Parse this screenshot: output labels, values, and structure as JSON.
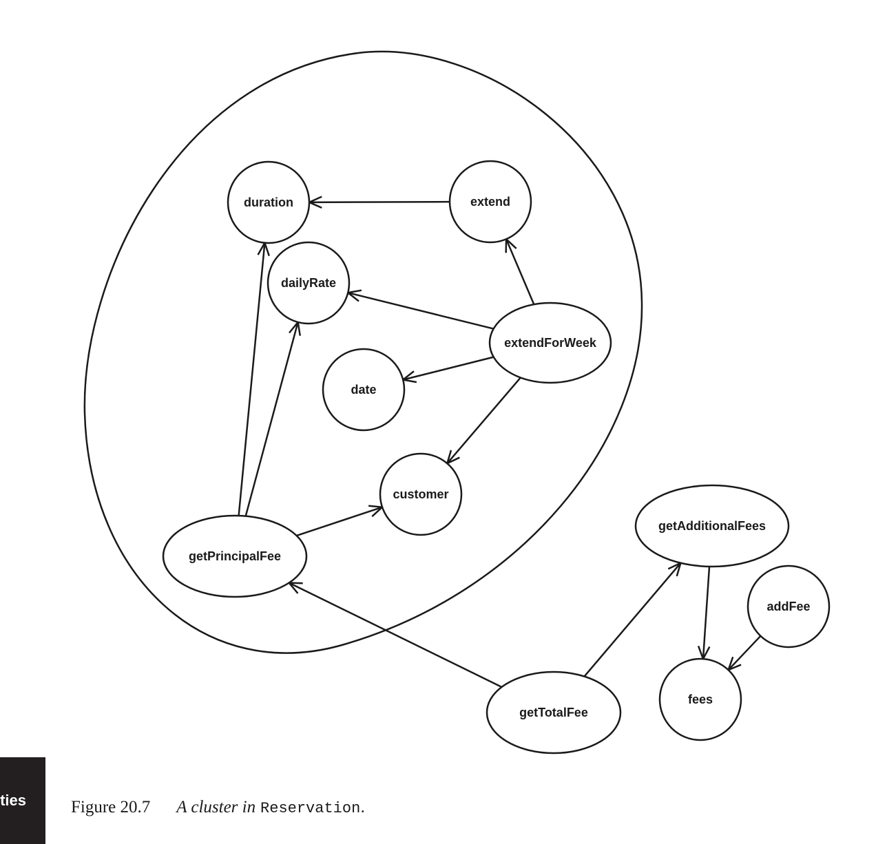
{
  "nodes": [
    {
      "id": "duration",
      "label": "duration"
    },
    {
      "id": "extend",
      "label": "extend"
    },
    {
      "id": "dailyRate",
      "label": "dailyRate"
    },
    {
      "id": "extendForWeek",
      "label": "extendForWeek"
    },
    {
      "id": "date",
      "label": "date"
    },
    {
      "id": "customer",
      "label": "customer"
    },
    {
      "id": "getPrincipalFee",
      "label": "getPrincipalFee"
    },
    {
      "id": "getAdditionalFees",
      "label": "getAdditionalFees"
    },
    {
      "id": "addFee",
      "label": "addFee"
    },
    {
      "id": "fees",
      "label": "fees"
    },
    {
      "id": "getTotalFee",
      "label": "getTotalFee"
    }
  ],
  "edges": [
    {
      "from": "extend",
      "to": "duration"
    },
    {
      "from": "extendForWeek",
      "to": "extend"
    },
    {
      "from": "extendForWeek",
      "to": "dailyRate"
    },
    {
      "from": "extendForWeek",
      "to": "date"
    },
    {
      "from": "extendForWeek",
      "to": "customer"
    },
    {
      "from": "getPrincipalFee",
      "to": "duration"
    },
    {
      "from": "getPrincipalFee",
      "to": "dailyRate"
    },
    {
      "from": "getPrincipalFee",
      "to": "customer"
    },
    {
      "from": "getTotalFee",
      "to": "getPrincipalFee"
    },
    {
      "from": "getTotalFee",
      "to": "getAdditionalFees"
    },
    {
      "from": "getAdditionalFees",
      "to": "fees"
    },
    {
      "from": "addFee",
      "to": "fees"
    }
  ],
  "side_tab": {
    "text": "ties",
    "background": "#231f20"
  },
  "caption": {
    "label": "Figure 20.7",
    "text": "A cluster in",
    "code": "Reservation",
    "end": "."
  }
}
